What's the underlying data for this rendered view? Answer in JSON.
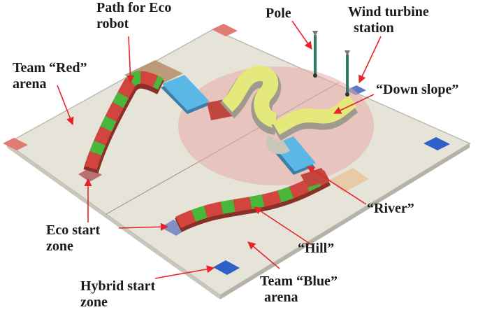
{
  "labels": {
    "path_for_eco_robot": [
      "Path for Eco",
      "robot"
    ],
    "pole": "Pole",
    "wind_turbine_station": [
      "Wind turbine",
      "station"
    ],
    "team_red_arena": [
      "Team “Red”",
      "arena"
    ],
    "down_slope": "“Down slope”",
    "river": "“River”",
    "eco_start_zone": [
      "Eco start",
      "zone"
    ],
    "hill": "“Hill”",
    "team_blue_arena": [
      "Team “Blue”",
      "arena"
    ],
    "hybrid_start_zone": [
      "Hybrid start",
      "zone"
    ]
  },
  "colors": {
    "board": "#e6e4d9",
    "board_edge": "#bdbab0",
    "arrow": "#e8242b",
    "red_corner": "#e07a72",
    "blue_corner": "#2f5fc8",
    "track_red": "#d2453f",
    "track_green": "#49b83a",
    "river_blue": "#5bb8e6",
    "slope_yellow": "#e5e87a",
    "red_zone": "#e8a9a8"
  }
}
